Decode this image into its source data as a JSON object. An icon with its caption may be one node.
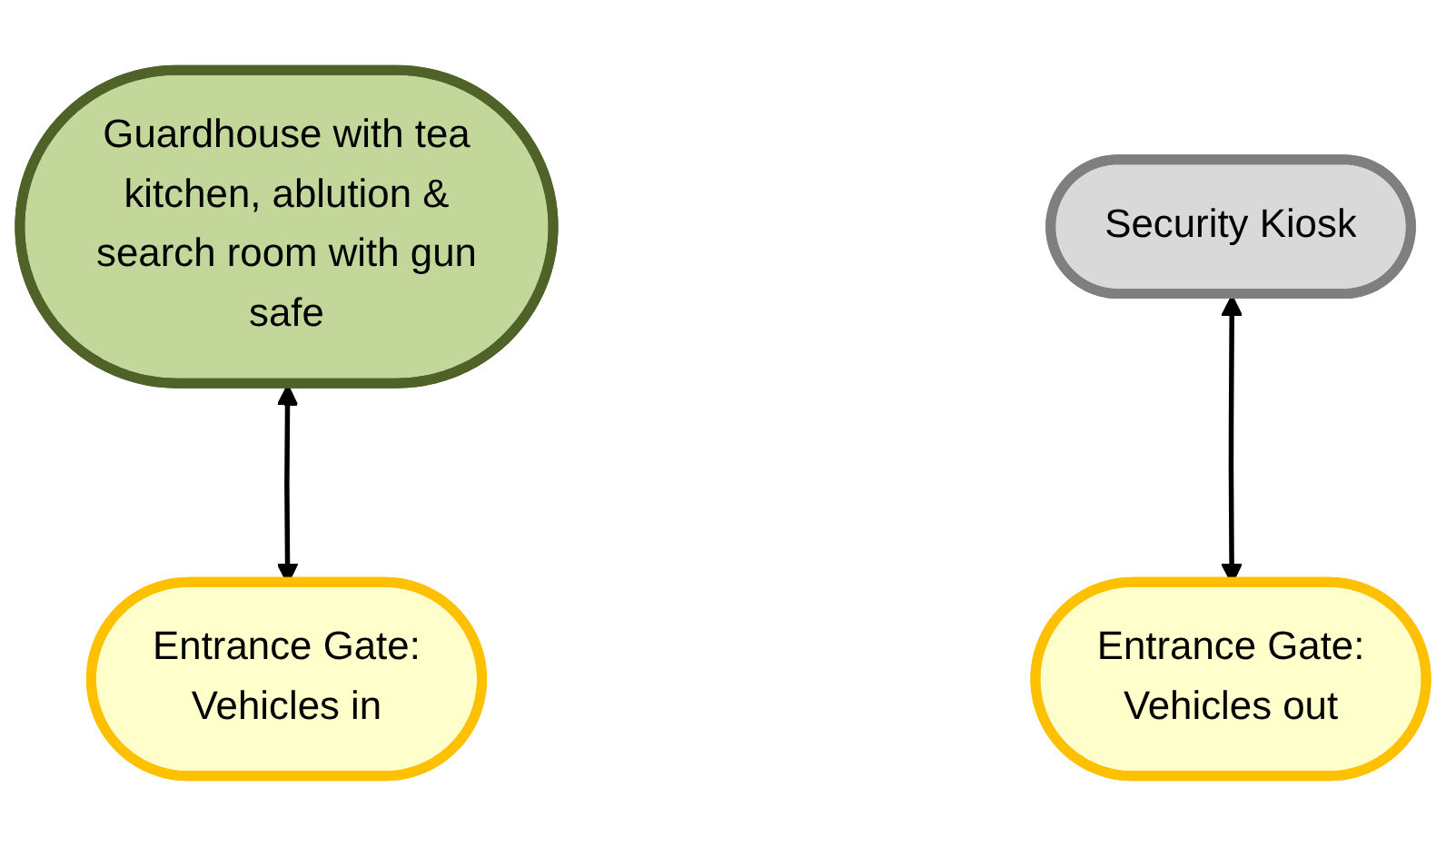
{
  "diagram": {
    "nodes": [
      {
        "text": [
          "Guardhouse with tea kitchen, ablution & search room with gun safe"
        ]
      },
      {
        "text": [
          "Security Kiosk"
        ]
      },
      {
        "text": [
          "Entrance Gate: Vehicles in"
        ]
      },
      {
        "text": [
          "Entrance Gate: Vehicles out"
        ]
      }
    ],
    "edges": [
      {
        "from": 0,
        "to": 2,
        "arrow": "both"
      },
      {
        "from": 1,
        "to": 3,
        "arrow": "both"
      }
    ]
  }
}
